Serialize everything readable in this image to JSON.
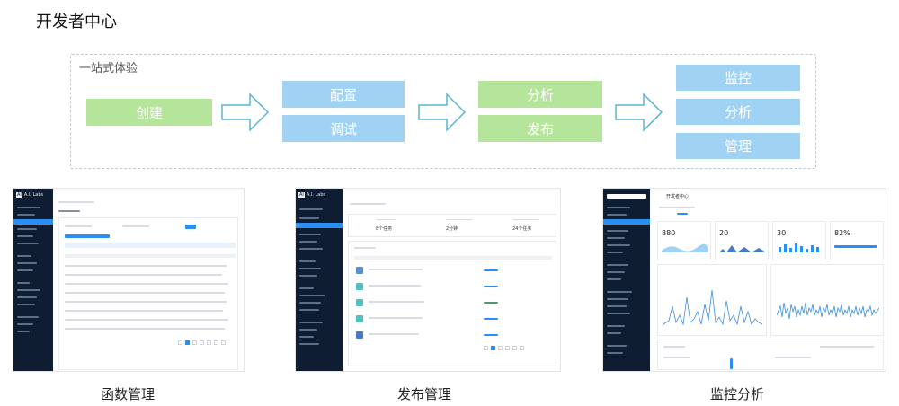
{
  "title": "开发者中心",
  "flow": {
    "label": "一站式体验",
    "steps": {
      "create": "创建",
      "configure": "配置",
      "debug": "调试",
      "analyze": "分析",
      "publish": "发布",
      "monitor": "监控",
      "analyze2": "分析",
      "manage": "管理"
    }
  },
  "colors": {
    "green": "#b4e59a",
    "blue": "#9fd2f3",
    "arrow": "#58b6d3",
    "sidebar": "#0f1d33",
    "accent": "#2a8ff0"
  },
  "screens": [
    {
      "caption": "函数管理",
      "logo": "A.I. Labs"
    },
    {
      "caption": "发布管理",
      "logo": "A.I. Labs",
      "stats": [
        "8个任务",
        "2分钟",
        "24个任务"
      ]
    },
    {
      "caption": "监控分析",
      "logo": "开发者中心",
      "stats": [
        "880",
        "20",
        "30",
        "82%"
      ]
    }
  ]
}
